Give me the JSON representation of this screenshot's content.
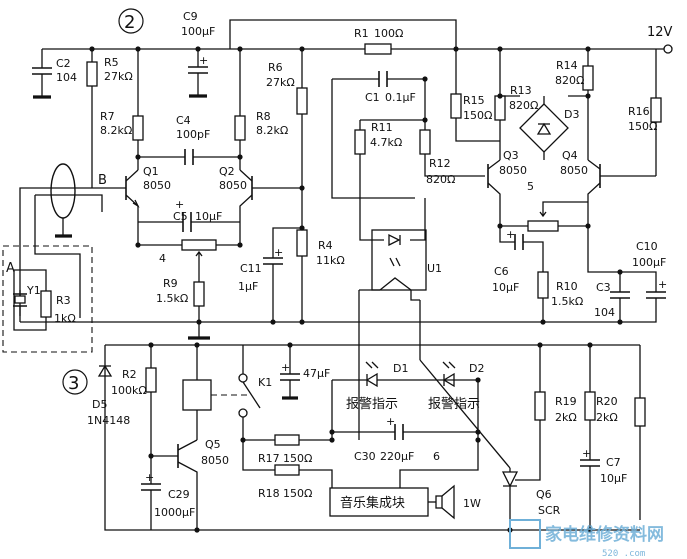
{
  "section_markers": {
    "upper": "2",
    "lower": "3"
  },
  "supply": {
    "label": "12V"
  },
  "nodes": {
    "A": "A",
    "B": "B",
    "n4": "4",
    "n5": "5",
    "n6": "6"
  },
  "resistors": {
    "R1": {
      "ref": "R1",
      "value": "100Ω"
    },
    "R2": {
      "ref": "R2",
      "value": "100kΩ"
    },
    "R3": {
      "ref": "R3",
      "value": "1kΩ"
    },
    "R4": {
      "ref": "R4",
      "value": "11kΩ"
    },
    "R5": {
      "ref": "R5",
      "value": "27kΩ"
    },
    "R6": {
      "ref": "R6",
      "value": "27kΩ"
    },
    "R7": {
      "ref": "R7",
      "value": "8.2kΩ"
    },
    "R8": {
      "ref": "R8",
      "value": "8.2kΩ"
    },
    "R9": {
      "ref": "R9",
      "value": "1.5kΩ"
    },
    "R10": {
      "ref": "R10",
      "value": "1.5kΩ"
    },
    "R11": {
      "ref": "R11",
      "value": "4.7kΩ"
    },
    "R12": {
      "ref": "R12",
      "value": "820Ω"
    },
    "R13": {
      "ref": "R13",
      "value": "820Ω"
    },
    "R14": {
      "ref": "R14",
      "value": "820Ω"
    },
    "R15": {
      "ref": "R15",
      "value": "150Ω"
    },
    "R16": {
      "ref": "R16",
      "value": "150Ω"
    },
    "R17": {
      "ref": "R17",
      "value": "150Ω"
    },
    "R18": {
      "ref": "R18",
      "value": "150Ω"
    },
    "R19": {
      "ref": "R19",
      "value": "2kΩ"
    },
    "R20": {
      "ref": "R20",
      "value": "2kΩ"
    }
  },
  "capacitors": {
    "C1": {
      "ref": "C1",
      "value": "0.1μF"
    },
    "C2": {
      "ref": "C2",
      "value": "104"
    },
    "C3": {
      "ref": "C3",
      "value": "104"
    },
    "C4": {
      "ref": "C4",
      "value": "100pF"
    },
    "C5": {
      "ref": "C5",
      "value": "10μF"
    },
    "C6": {
      "ref": "C6",
      "value": "10μF"
    },
    "C7": {
      "ref": "C7",
      "value": "10μF"
    },
    "C9": {
      "ref": "C9",
      "value": "100μF"
    },
    "C10": {
      "ref": "C10",
      "value": "100μF"
    },
    "C11": {
      "ref": "C11",
      "value": "1μF"
    },
    "C29": {
      "ref": "C29",
      "value": "1000μF"
    },
    "C30": {
      "ref": "C30",
      "value": "220μF"
    },
    "C47": {
      "value": "47μF"
    }
  },
  "transistors": {
    "Q1": {
      "ref": "Q1",
      "type": "8050"
    },
    "Q2": {
      "ref": "Q2",
      "type": "8050"
    },
    "Q3": {
      "ref": "Q3",
      "type": "8050"
    },
    "Q4": {
      "ref": "Q4",
      "type": "8050"
    },
    "Q5": {
      "ref": "Q5",
      "type": "8050"
    }
  },
  "others": {
    "D1": {
      "ref": "D1",
      "note": "报警指示"
    },
    "D2": {
      "ref": "D2",
      "note": "报警指示"
    },
    "D3": {
      "ref": "D3"
    },
    "D5": {
      "ref": "D5",
      "type": "1N4148"
    },
    "Q6": {
      "ref": "Q6",
      "type": "SCR"
    },
    "U1": {
      "ref": "U1"
    },
    "Y1": {
      "ref": "Y1"
    },
    "K1": {
      "ref": "K1"
    },
    "music_ic": {
      "label": "音乐集成块"
    },
    "speaker": {
      "label": "1W"
    }
  },
  "watermark": {
    "text": "家电维修资料网",
    "url": "520 .com"
  },
  "colors": {
    "ink": "#111111",
    "watermark": "#6fb0d8"
  }
}
